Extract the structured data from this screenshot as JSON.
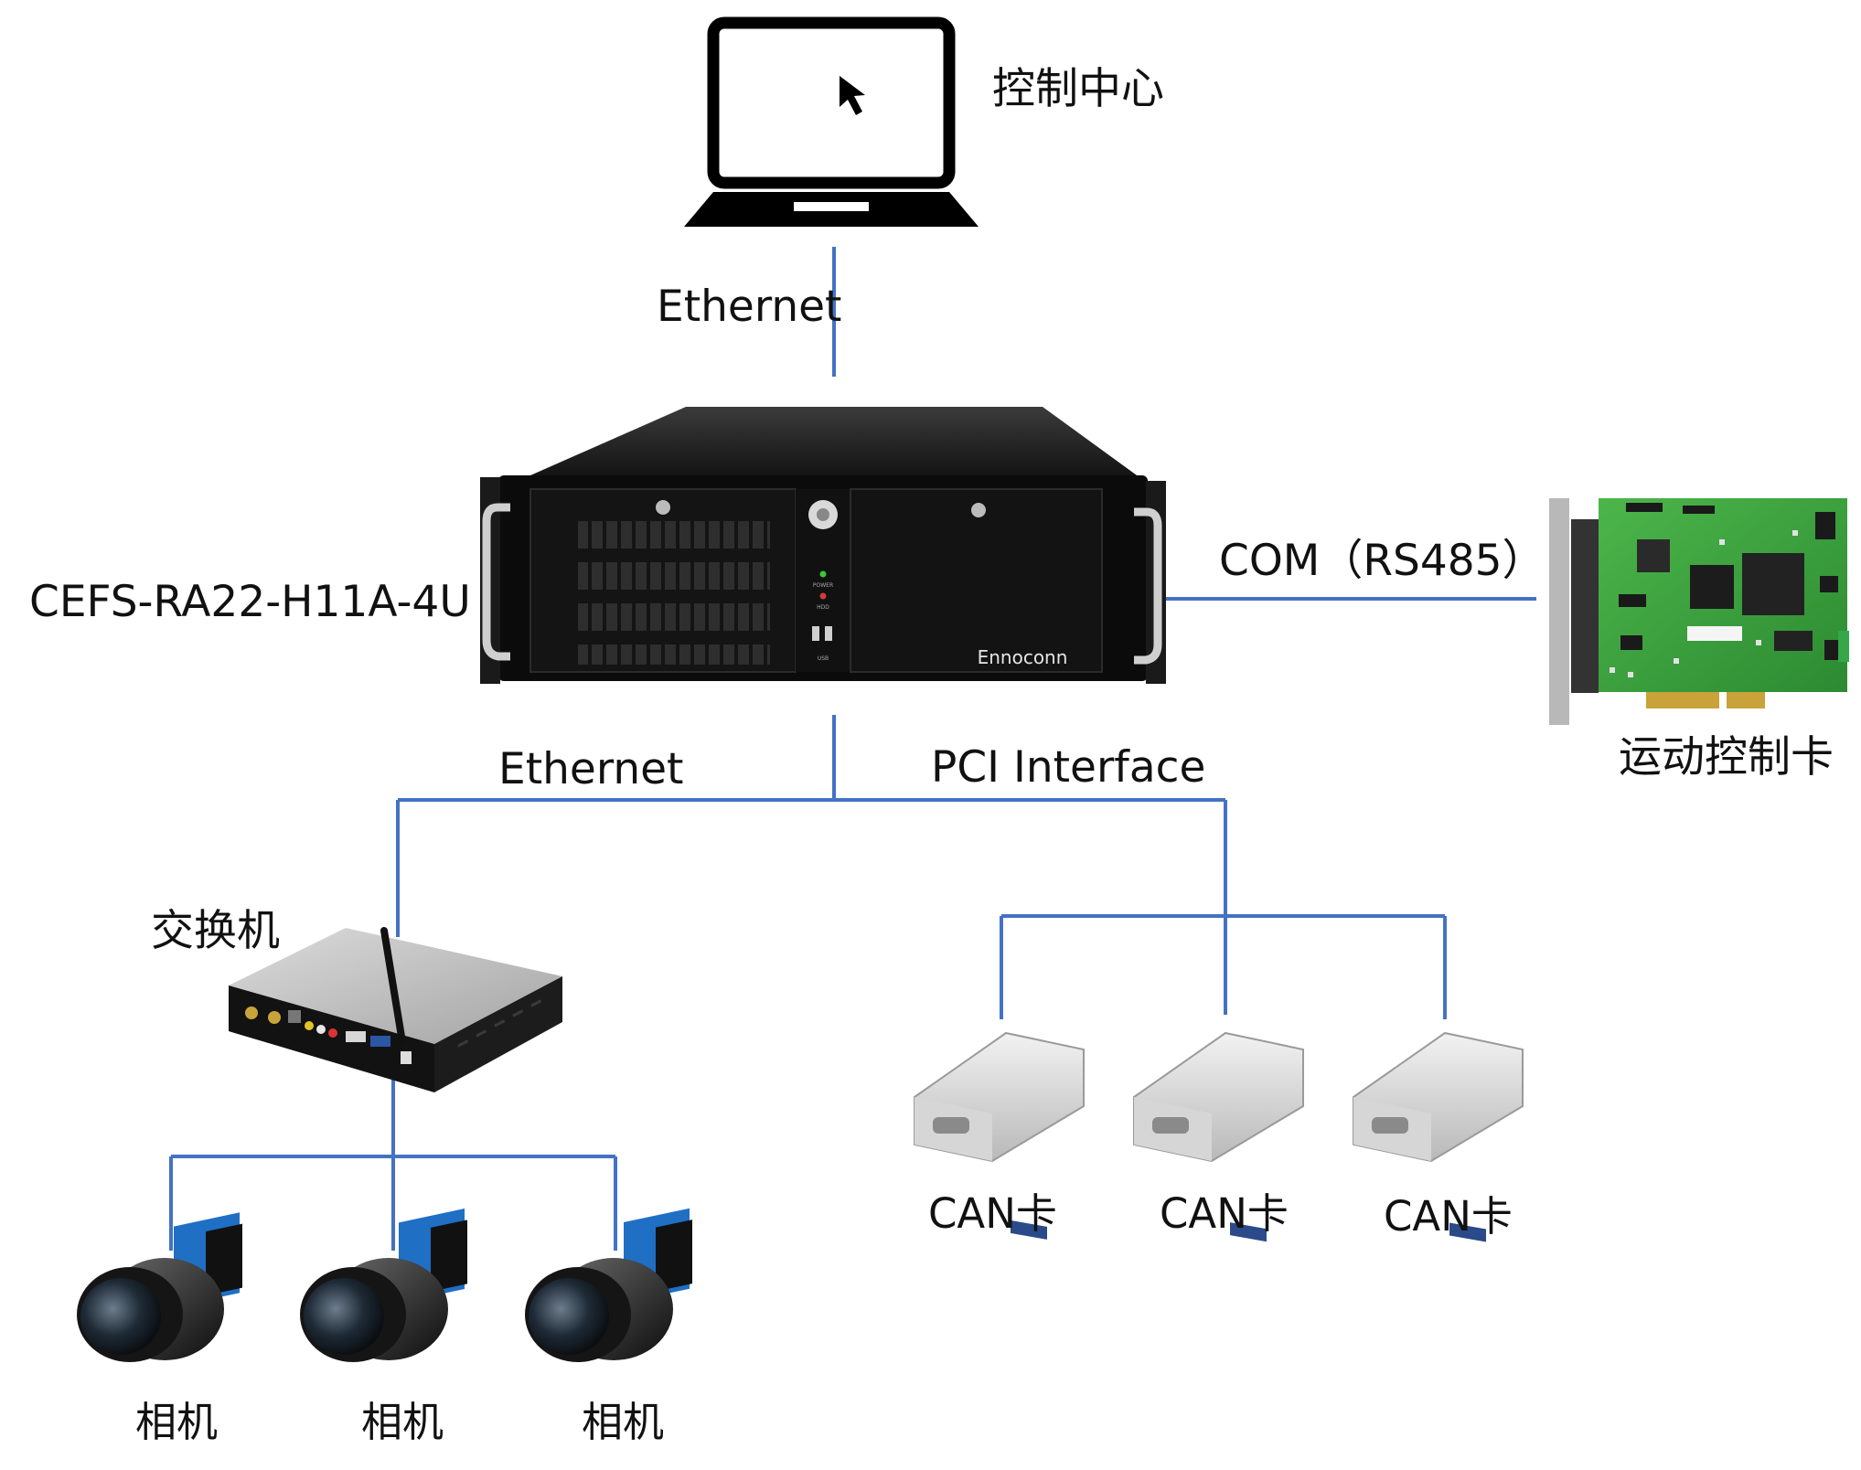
{
  "nodes": {
    "control_center": {
      "label": "控制中心"
    },
    "ipc": {
      "label": "CEFS-RA22-H11A-4U",
      "brand": "Ennoconn",
      "panel_texts": [
        "POWER",
        "HDD",
        "USB"
      ]
    },
    "motion_card": {
      "label": "运动控制卡"
    },
    "switch": {
      "label": "交换机"
    },
    "cameras": [
      {
        "label": "相机"
      },
      {
        "label": "相机"
      },
      {
        "label": "相机"
      }
    ],
    "can_cards": [
      {
        "label": "CAN卡"
      },
      {
        "label": "CAN卡"
      },
      {
        "label": "CAN卡"
      }
    ]
  },
  "links": {
    "top_ethernet": "Ethernet",
    "com": "COM（RS485）",
    "bottom_ethernet": "Ethernet",
    "pci": "PCI Interface"
  },
  "colors": {
    "link_line": "#4472c4"
  }
}
